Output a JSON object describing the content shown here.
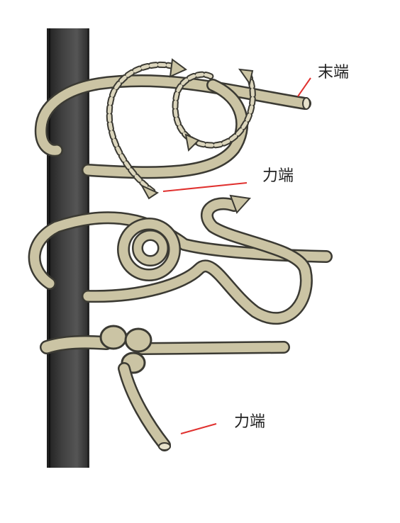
{
  "labels": {
    "tail_end": "末端",
    "force_end_step1": "力端",
    "force_end_step3": "力端"
  },
  "colors": {
    "rope_fill": "#cbc4a4",
    "rope_stroke": "#3b3a33",
    "pole": "#3a3a3a",
    "leader_line": "#e0312f"
  }
}
